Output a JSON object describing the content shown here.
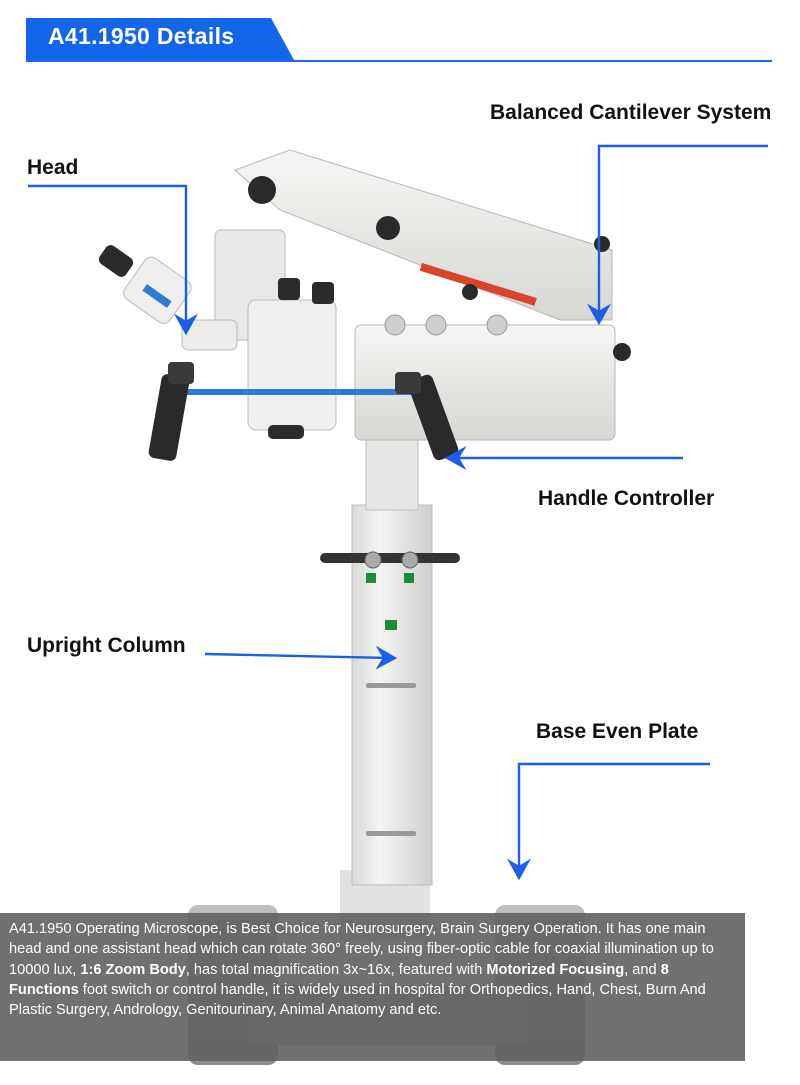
{
  "header": {
    "title": "A41.1950 Details"
  },
  "labels": {
    "head": "Head",
    "cantilever": "Balanced Cantilever System",
    "handle": "Handle Controller",
    "column": "Upright Column",
    "base": "Base Even Plate"
  },
  "colors": {
    "accent": "#1465e8",
    "arrow": "#1a5fe6"
  },
  "description": {
    "p1": "A41.1950 Operating Microscope, is Best Choice for Neurosurgery, Brain Surgery Operation. It has one main head and one assistant head which can rotate 360° freely, using fiber-optic cable for coaxial illumination up to 10000 lux, ",
    "b1": "1:6 Zoom Body",
    "p2": ", has total magnification 3x~16x, featured with ",
    "b2": "Motorized Focusing",
    "p3": ", and ",
    "b3": "8 Functions",
    "p4": " foot switch or control handle, it is widely used in hospital for Orthopedics, Hand, Chest, Burn And Plastic Surgery, Andrology, Genitourinary, Animal Anatomy and etc."
  }
}
